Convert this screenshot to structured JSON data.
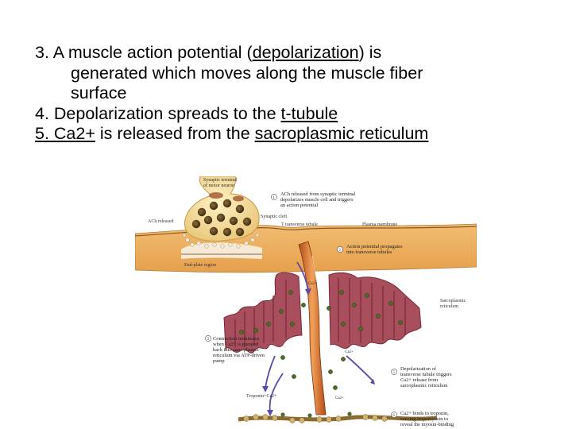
{
  "slide": {
    "line3_a": "3. A muscle action potential (",
    "line3_u": "depolarization",
    "line3_b": ") is",
    "line3_cont1": "generated which moves along the muscle fiber",
    "line3_cont2": "surface",
    "line4_a": "4. Depolarization spreads to the ",
    "line4_u": "t-tubule",
    "line5_u1": "5. Ca2+",
    "line5_b": " is released from the ",
    "line5_u2": "sacroplasmic reticulum"
  },
  "figure": {
    "labels": {
      "synaptic_terminal_1": "Synaptic terminal",
      "synaptic_terminal_2": "of motor neuron",
      "ach_released": "ACh released",
      "synaptic_cleft": "Synaptic cleft",
      "t_tubule": "T transverse tubule",
      "plasma_membrane": "Plasma membrane",
      "end_plate": "End-plate region",
      "sr_1": "Sarcoplasmic",
      "sr_2": "reticulum",
      "ca": "Ca2+",
      "troponin": "Troponin+Ca2+"
    },
    "steps": [
      {
        "num": "1",
        "lines": [
          "ACh released from synaptic terminal",
          "depolarizes muscle cell and triggers",
          "an action potential"
        ]
      },
      {
        "num": "2",
        "lines": [
          "Action potential propagates",
          "into transverse tubules"
        ]
      },
      {
        "num": "3",
        "lines": [
          "Contraction terminates",
          "when Ca2+ is pumped",
          "back into sarcoplasmic",
          "reticulum via ATP-driven",
          "pump"
        ]
      },
      {
        "num": "5",
        "lines": [
          "Depolarization of",
          "transverse tubule triggers",
          "Ca2+ release from",
          "sarcoplasmic reticulum"
        ]
      },
      {
        "num": "6",
        "lines": [
          "Ca2+ binds to troponin,",
          "causing tropomyosin to",
          "reveal the myosin-binding"
        ]
      }
    ]
  }
}
